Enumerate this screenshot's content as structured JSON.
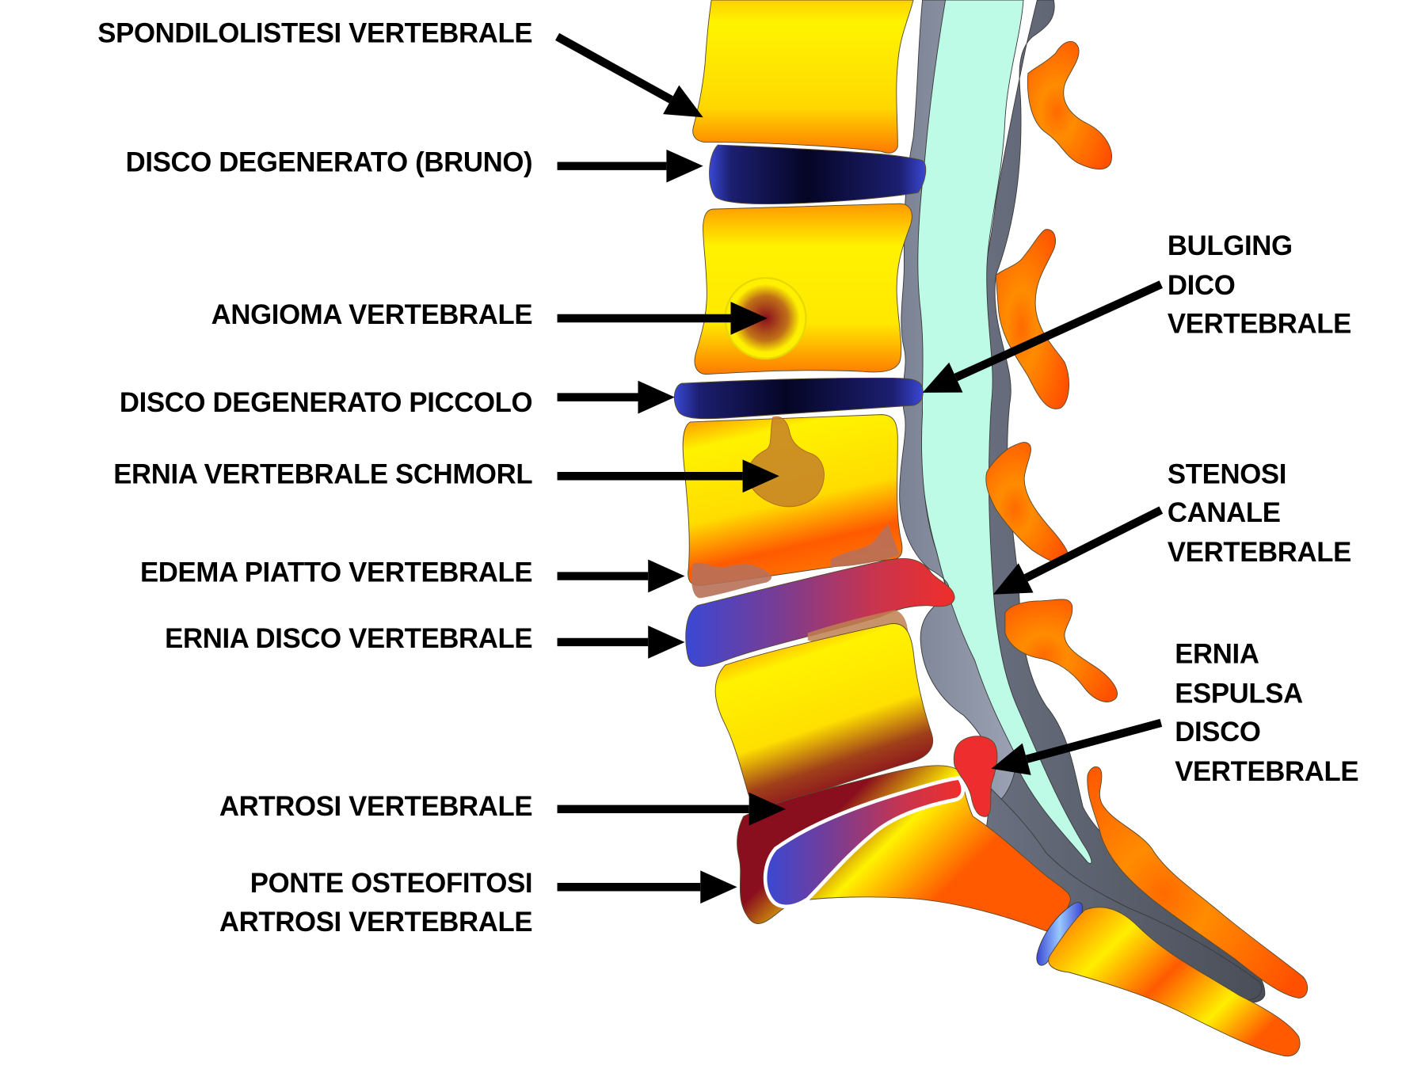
{
  "title": "Patologie della colonna vertebrale lombare",
  "left_labels": [
    {
      "id": "spondilolistesi",
      "lines": [
        "SPONDILOLISTESI VERTEBRALE"
      ]
    },
    {
      "id": "disco-degenerato-bruno",
      "lines": [
        "DISCO DEGENERATO (BRUNO)"
      ]
    },
    {
      "id": "angioma",
      "lines": [
        "ANGIOMA VERTEBRALE"
      ]
    },
    {
      "id": "disco-degenerato-piccolo",
      "lines": [
        "DISCO DEGENERATO PICCOLO"
      ]
    },
    {
      "id": "ernia-schmorl",
      "lines": [
        "ERNIA VERTEBRALE SCHMORL"
      ]
    },
    {
      "id": "edema-piatto",
      "lines": [
        "EDEMA PIATTO VERTEBRALE"
      ]
    },
    {
      "id": "ernia-disco",
      "lines": [
        "ERNIA DISCO VERTEBRALE"
      ]
    },
    {
      "id": "artrosi",
      "lines": [
        "ARTROSI VERTEBRALE"
      ]
    },
    {
      "id": "ponte-osteofitosi",
      "lines": [
        "PONTE OSTEOFITOSI",
        "ARTROSI VERTEBRALE"
      ]
    }
  ],
  "right_labels": [
    {
      "id": "bulging",
      "lines": [
        "BULGING",
        "DICO",
        "VERTEBRALE"
      ]
    },
    {
      "id": "stenosi",
      "lines": [
        "STENOSI",
        "CANALE",
        "VERTEBRALE"
      ]
    },
    {
      "id": "ernia-espulsa",
      "lines": [
        "ERNIA",
        "ESPULSA",
        "DISCO",
        "VERTEBRALE"
      ]
    }
  ],
  "colors": {
    "vertebra_yellow": "#fff200",
    "vertebra_orange": "#ff8a00",
    "process_orange": "#ff5a00",
    "disc_blue": "#3a48d4",
    "disc_dark": "#0a0a3a",
    "herniation_red": "#ee2e2e",
    "osteophyte_maroon": "#8a0f1e",
    "edema_brown": "#b87058",
    "canal_mint": "#bdfbe6",
    "dura_gray": "#8a92a4",
    "ligament_dark": "#555a64",
    "arrow": "#000000"
  }
}
